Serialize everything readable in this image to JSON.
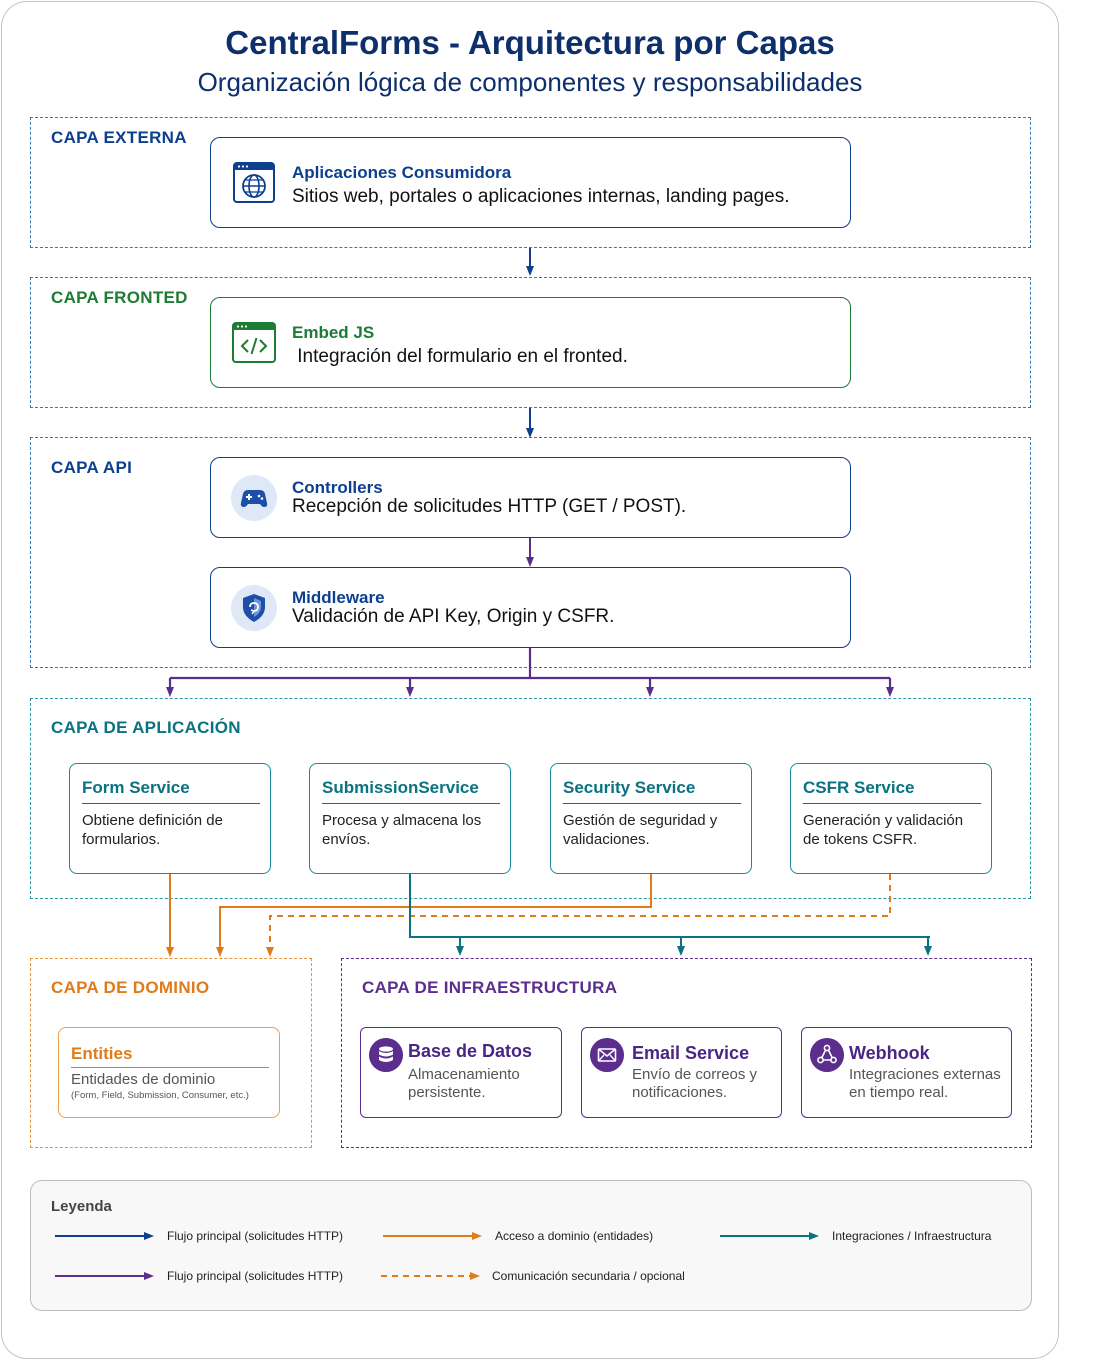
{
  "header": {
    "title": "CentralForms - Arquitectura por Capas",
    "subtitle": "Organización lógica de componentes y responsabilidades"
  },
  "colors": {
    "blue": "#0d3f8f",
    "green": "#1e7b34",
    "purple": "#5b2e8e",
    "teal": "#0a7280",
    "orange": "#e07b1a"
  },
  "layers": {
    "externa": {
      "label": "CAPA EXTERNA",
      "card": {
        "icon": "browser-globe-icon",
        "title": "Aplicaciones Consumidora",
        "desc": "Sitios web, portales o aplicaciones internas, landing pages."
      }
    },
    "frontend": {
      "label": "CAPA FRONTED",
      "card": {
        "icon": "code-window-icon",
        "title": "Embed JS",
        "desc": " Integración del formulario en el fronted."
      }
    },
    "api": {
      "label": "CAPA API",
      "controllers": {
        "icon": "gamepad-icon",
        "title": "Controllers",
        "desc": "Recepción de solicitudes HTTP (GET / POST)."
      },
      "middleware": {
        "icon": "shield-icon",
        "title": "Middleware",
        "desc": "Validación de API Key, Origin y CSFR."
      }
    },
    "aplicacion": {
      "label": "CAPA DE APLICACIÓN",
      "services": [
        {
          "title": "Form Service",
          "desc": "Obtiene definición de formularios."
        },
        {
          "title": "SubmissionService",
          "desc": "Procesa y almacena los envíos."
        },
        {
          "title": "Security Service",
          "desc": "Gestión de seguridad y validaciones."
        },
        {
          "title": "CSFR Service",
          "desc": "Generación y validación de tokens CSFR."
        }
      ]
    },
    "dominio": {
      "label": "CAPA DE DOMINIO",
      "entities": {
        "title": "Entities",
        "desc": "Entidades de dominio",
        "detail": "(Form, Field, Submission, Consumer, etc.)"
      }
    },
    "infraestructura": {
      "label": "CAPA DE INFRAESTRUCTURA",
      "items": [
        {
          "icon": "database-icon",
          "title": "Base de Datos",
          "desc": "Almacenamiento persistente."
        },
        {
          "icon": "envelope-icon",
          "title": "Email Service",
          "desc": "Envío de correos y notificaciones."
        },
        {
          "icon": "webhook-icon",
          "title": "Webhook",
          "desc": "Integraciones externas en tiempo real."
        }
      ]
    }
  },
  "legend": {
    "title": "Leyenda",
    "items": [
      {
        "label": "Flujo principal (solicitudes HTTP)",
        "color": "#0d3f8f",
        "style": "solid"
      },
      {
        "label": "Acceso a dominio (entidades)",
        "color": "#e07b1a",
        "style": "solid"
      },
      {
        "label": "Integraciones / Infraestructura",
        "color": "#0a7280",
        "style": "solid"
      },
      {
        "label": "Flujo principal (solicitudes HTTP)",
        "color": "#5b2e8e",
        "style": "solid"
      },
      {
        "label": "Comunicación secundaria / opcional",
        "color": "#e07b1a",
        "style": "dashed"
      }
    ]
  }
}
